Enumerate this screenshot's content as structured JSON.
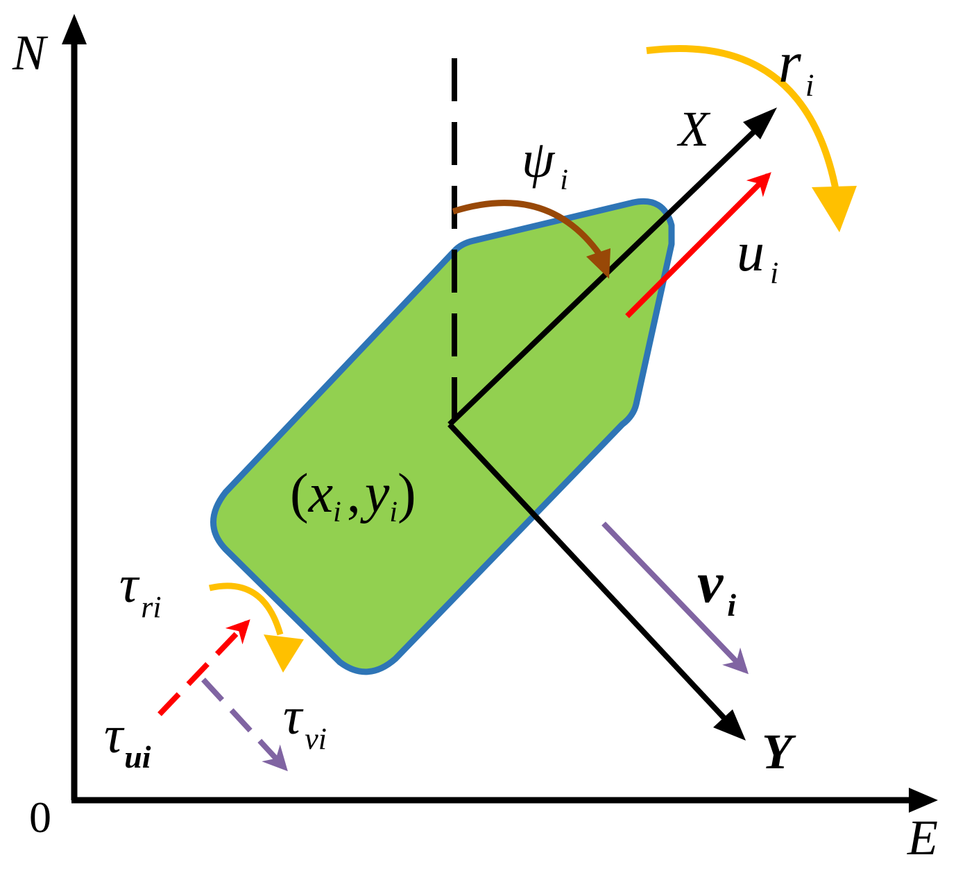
{
  "axes": {
    "north": "N",
    "east": "E",
    "origin": "0"
  },
  "body_frame": {
    "x_axis": "X",
    "y_axis": "Y"
  },
  "position": {
    "open": "(",
    "x": "x",
    "x_sub": "i",
    "comma": ",",
    "y": "y",
    "y_sub": "i",
    "close": ")"
  },
  "heading": {
    "symbol": "ψ",
    "sub": "i"
  },
  "surge_velocity": {
    "symbol": "u",
    "sub": "i"
  },
  "sway_velocity": {
    "symbol": "v",
    "sub": "i"
  },
  "yaw_rate": {
    "symbol": "r",
    "sub": "i"
  },
  "tau_u": {
    "symbol": "τ",
    "sub": "ui"
  },
  "tau_v": {
    "symbol": "τ",
    "sub": "vi"
  },
  "tau_r": {
    "symbol": "τ",
    "sub": "ri"
  },
  "colors": {
    "hull_fill": "#92d050",
    "hull_stroke": "#2e75b6",
    "axis": "#000000",
    "surge": "#ff0000",
    "sway": "#8064a2",
    "yaw": "#ffc000",
    "heading_arc": "#984807"
  }
}
